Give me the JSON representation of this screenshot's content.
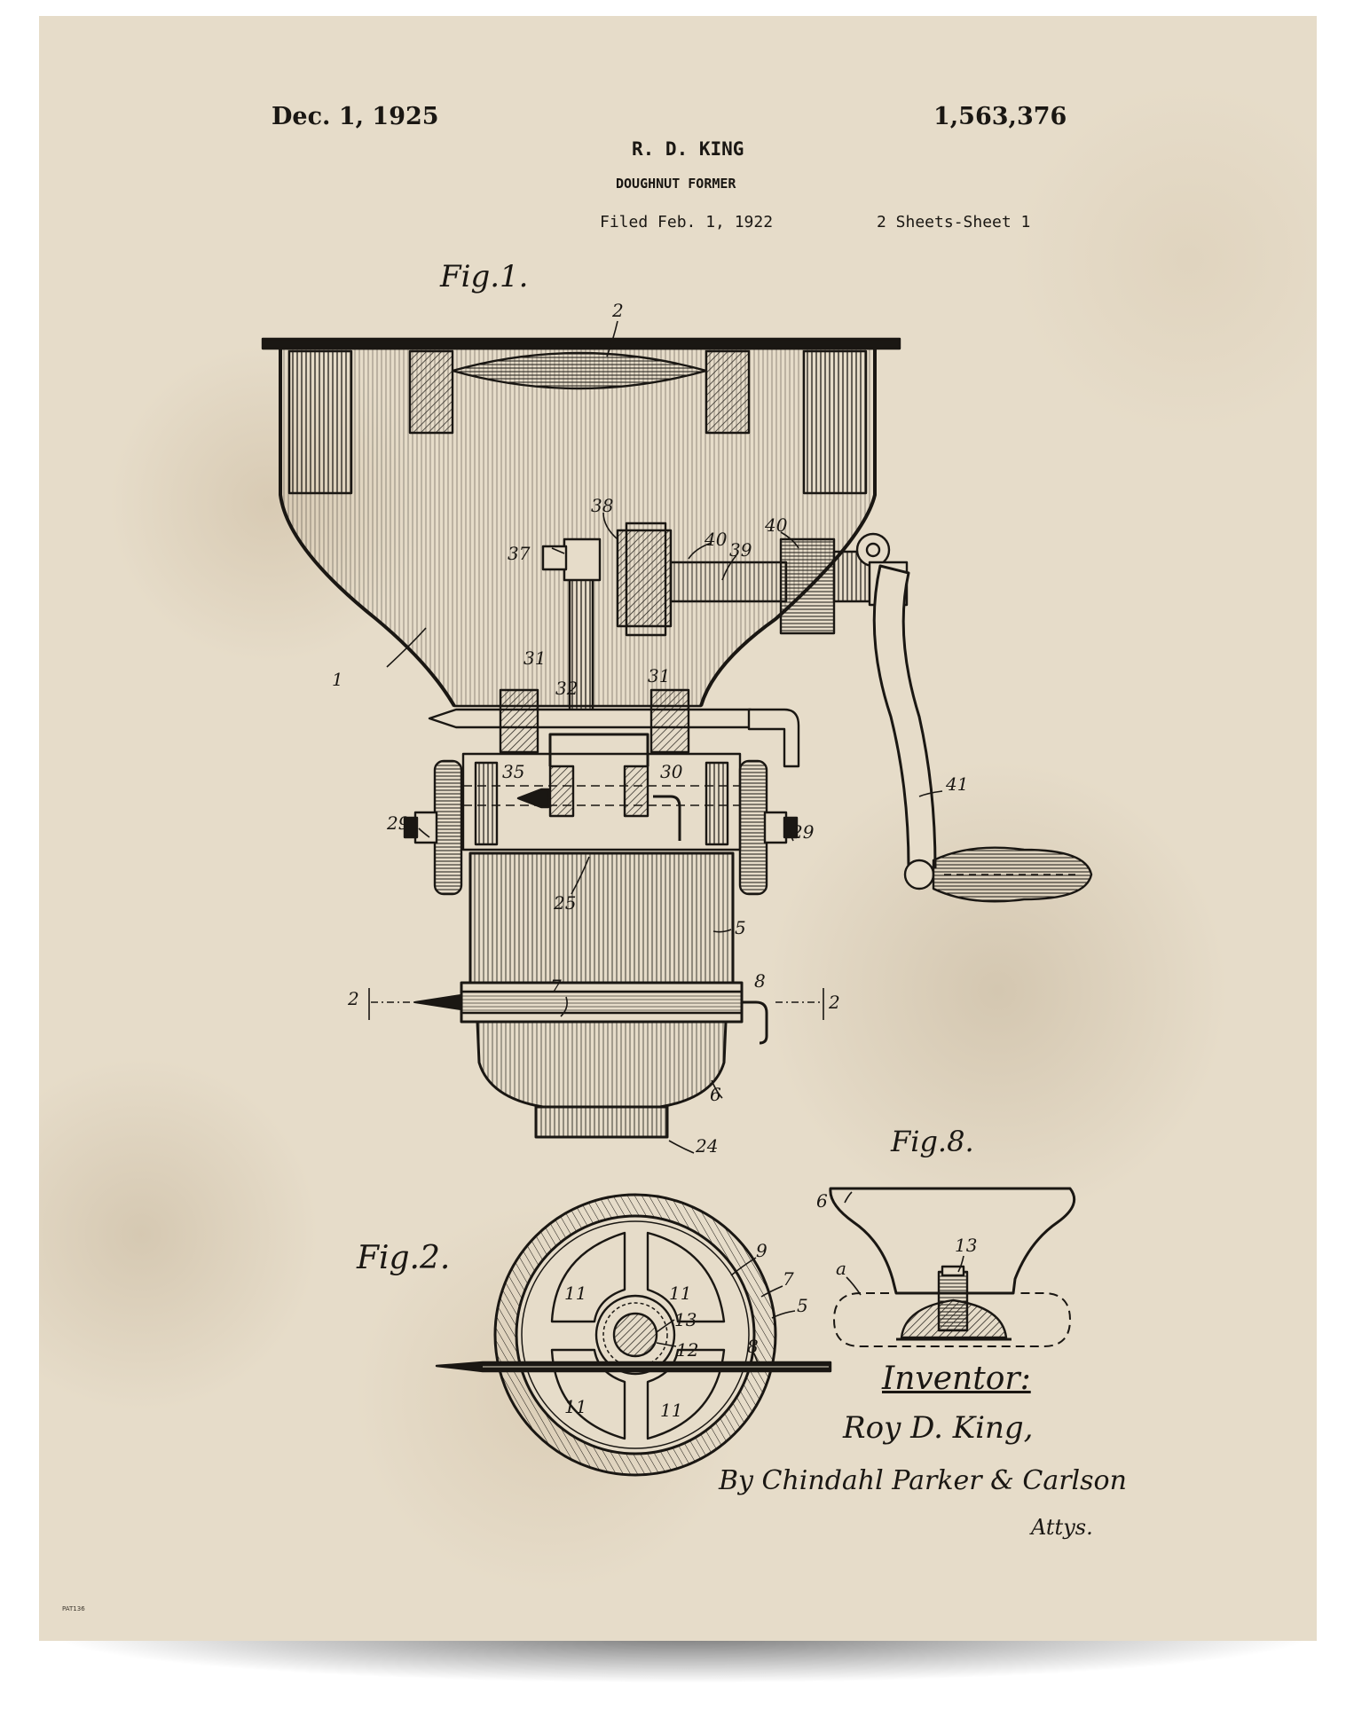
{
  "header": {
    "date": "Dec. 1, 1925",
    "patent_number": "1,563,376",
    "inventor_name": "R. D. KING",
    "title": "DOUGHNUT FORMER",
    "filed": "Filed Feb. 1, 1922",
    "sheets": "2 Sheets-Sheet 1"
  },
  "figures": {
    "fig1": "Fig.1.",
    "fig2": "Fig.2.",
    "fig8": "Fig.8."
  },
  "labels": {
    "l1": "1",
    "l2": "2",
    "l5": "5",
    "l6": "6",
    "l7": "7",
    "l8": "8",
    "l24": "24",
    "l25": "25",
    "l29a": "29",
    "l29b": "29",
    "l30": "30",
    "l31a": "31",
    "l31b": "31",
    "l32": "32",
    "l35": "35",
    "l37": "37",
    "l38": "38",
    "l39": "39",
    "l40a": "40",
    "l40b": "40",
    "l41": "41",
    "sec_a": "2",
    "sec_b": "2",
    "f2_9": "9",
    "f2_7": "7",
    "f2_5": "5",
    "f2_13": "13",
    "f2_12": "12",
    "f2_8": "8",
    "f2_11a": "11",
    "f2_11b": "11",
    "f2_11c": "11",
    "f2_11d": "11",
    "f8_6": "6",
    "f8_13": "13",
    "f8_a": "a"
  },
  "signature": {
    "inventor_label": "Inventor:",
    "inventor": "Roy D. King,",
    "by_line": "By Chindahl Parker & Carlson",
    "attys": "Attys."
  },
  "footer": {
    "code": "PAT136"
  },
  "colors": {
    "paper": "#e6dcc9",
    "ink": "#1a1713"
  }
}
